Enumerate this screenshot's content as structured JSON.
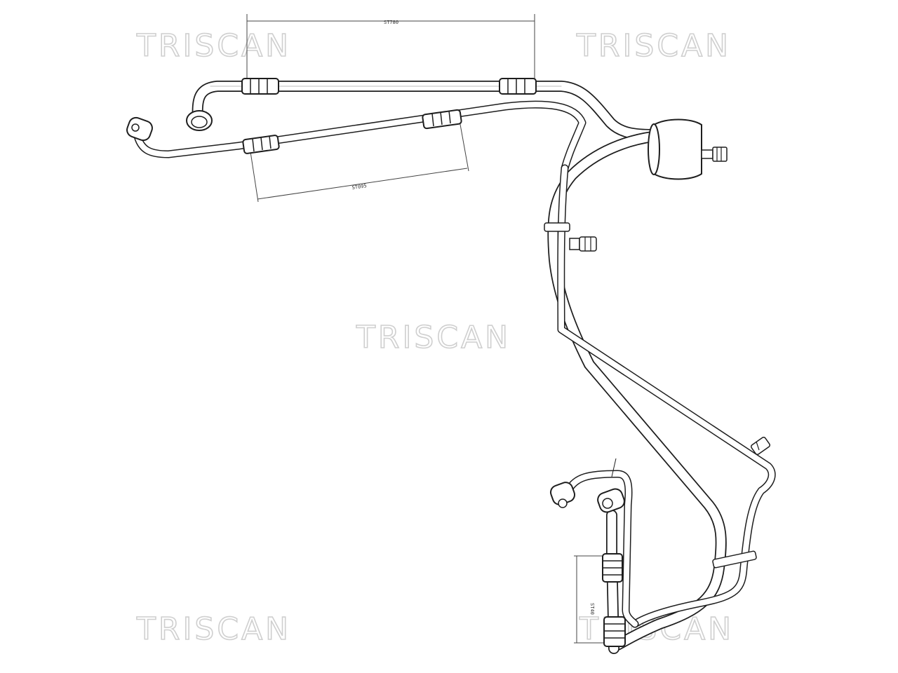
{
  "watermark": {
    "brand": "TRISCAN",
    "color": "#cfcfcf"
  },
  "dimensions": {
    "upper": "ST780",
    "lower": "ST095",
    "vertical": "ST40"
  },
  "line_color": "#1e1e1e"
}
